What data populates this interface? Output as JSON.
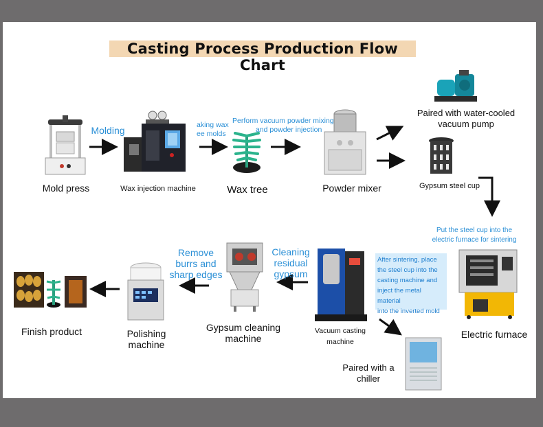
{
  "colors": {
    "background": "#6e6c6d",
    "panel": "#ffffff",
    "title_bg": "#f3d7b3",
    "step_text": "#2a8fd6",
    "note_bg": "#d6ecfb"
  },
  "title": "Casting Process Production Flow Chart",
  "machines": {
    "mold_press": "Mold press",
    "wax_injection": "Wax injection machine",
    "wax_tree": "Wax tree",
    "powder_mixer": "Powder mixer",
    "vacuum_pump": [
      "Paired with water-cooled",
      "vacuum pump"
    ],
    "gypsum_cup": "Gypsum steel cup",
    "electric_furnace": "Electric furnace",
    "vacuum_casting": [
      "Vacuum casting",
      "machine"
    ],
    "chiller": [
      "Paired with a",
      "chiller"
    ],
    "gypsum_cleaning": [
      "Gypsum cleaning",
      "machine"
    ],
    "polishing": [
      "Polishing",
      "machine"
    ],
    "finish": "Finish product"
  },
  "steps": {
    "molding": "Molding",
    "making_wax": [
      "aking wax",
      "ee molds"
    ],
    "vacuum_mixing": [
      "Perform vacuum powder mixing",
      "and powder injection"
    ],
    "put_cup": [
      "Put the steel cup into the",
      "electric furnace for sintering"
    ],
    "after_sintering": [
      "After sintering, place",
      "the steel cup into the",
      "casting machine and",
      "inject the metal material",
      "into the inverted mold"
    ],
    "cleaning": [
      "Cleaning",
      "residual",
      "gypsum"
    ],
    "remove_burrs": [
      "Remove",
      "burrs and",
      "sharp edges"
    ]
  }
}
